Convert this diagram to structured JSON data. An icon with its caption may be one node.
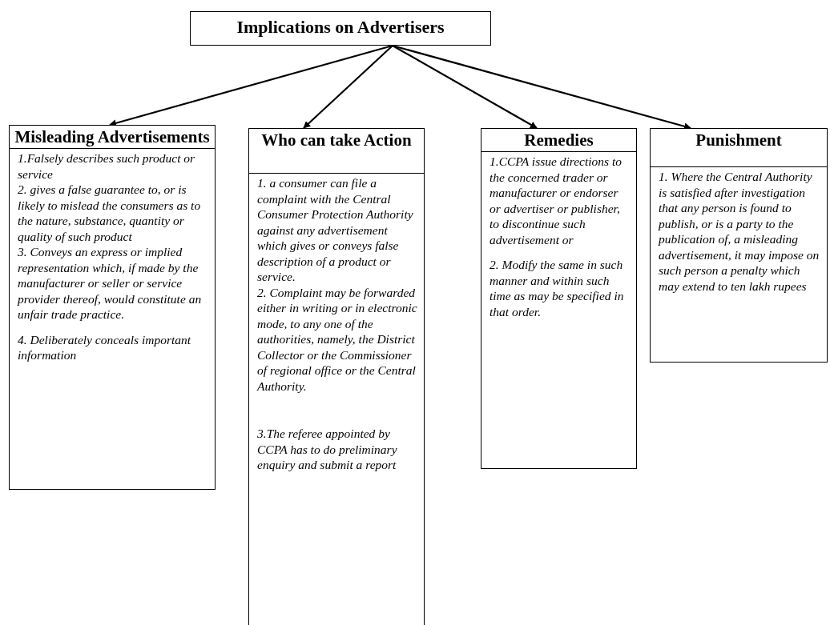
{
  "diagram": {
    "nodes": [
      {
        "text": [
          "Implications on Advertisers"
        ]
      },
      {
        "text": [
          "Misleading Advertisements",
          "1.Falsely describes such product or service",
          "2. gives a false guarantee to, or is likely to mislead the consumers as to the nature, substance, quantity or quality of such product",
          "3. Conveys an express or implied representation which, if made by the manufacturer or seller or service provider thereof, would constitute an unfair trade practice.",
          "4. Deliberately conceals important information"
        ]
      },
      {
        "text": [
          "Who can take Action",
          "1. a consumer can file a complaint with the Central Consumer Protection Authority against any advertisement which gives or conveys false description of a product or service.",
          "2. Complaint may be forwarded either in writing or in electronic mode, to any one of the authorities, namely, the District Collector or the Commissioner of regional office or the Central Authority.",
          "3.The referee appointed by CCPA has to do preliminary enquiry and submit a report"
        ]
      },
      {
        "text": [
          "Remedies",
          "1.CCPA issue directions to the concerned trader or manufacturer or endorser or advertiser or publisher, to discontinue such advertisement or",
          "2. Modify the same in such manner and within such time as may be specified in that order."
        ]
      },
      {
        "text": [
          "Punishment",
          "1. Where the Central Authority is satisfied after investigation that any person is found to publish, or is a party to the publication of, a misleading advertisement, it may impose on such person a penalty which may extend to ten lakh rupees"
        ]
      }
    ],
    "edges": [
      {
        "from": 0,
        "to": 1,
        "arrow": "to"
      },
      {
        "from": 0,
        "to": 2,
        "arrow": "to"
      },
      {
        "from": 0,
        "to": 3,
        "arrow": "to"
      },
      {
        "from": 0,
        "to": 4,
        "arrow": "to"
      }
    ]
  }
}
